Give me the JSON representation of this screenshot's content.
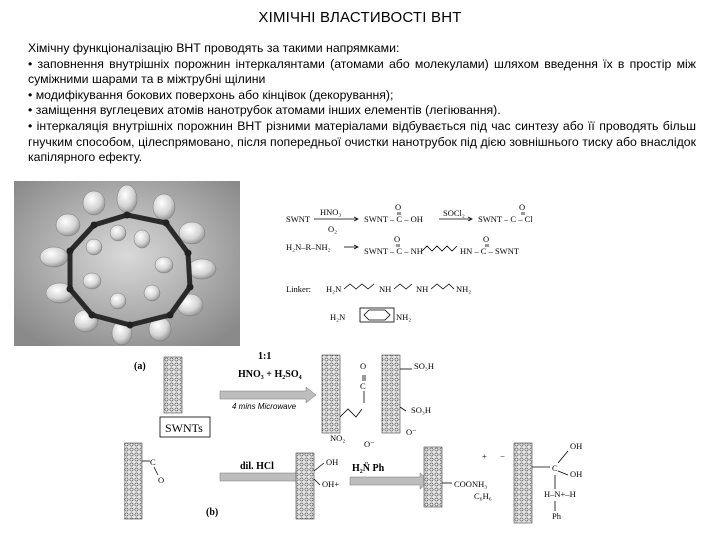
{
  "slide": {
    "title": "ХІМІЧНІ ВЛАСТИВОСТІ ВНТ",
    "intro": "Хімічну функціоналізацію ВНТ проводять за такими напрямками:",
    "bullets": [
      "• заповнення внутрішніх порожнин інтеркалянтами (атомами або молекулами) шляхом введення їх в простір між суміжними шарами та в міжтрубні щілини",
      "• модифікування бокових поверхонь або кінцівок (декорування);",
      "• заміщення вуглецевих атомів нанотрубок атомами інших елементів (легіювання).",
      "• інтеркаляція внутрішніх порожнин ВНТ різними матеріалами відбувається під час синтезу або її проводять більш гнучким способом, цілеспрямовано, після попередньої очистки нанотрубок під дією зовнішнього тиску або внаслідок капілярного ефекту."
    ]
  },
  "reaction_scheme": {
    "row1": {
      "swnt": "SWNT",
      "hno3": "HNO₃",
      "o2": "O₂",
      "product1": "SWNT – C – OH",
      "o_top1": "O",
      "socl2": "SOCl₂",
      "product2": "SWNT – C – Cl",
      "o_top2": "O"
    },
    "row2": {
      "diamine": "H₂N–R–NH₂",
      "left": "SWNT – C – NH",
      "o_a": "O",
      "right": "HN – C – SWNT",
      "o_b": "O"
    },
    "linker": {
      "label": "Linker:",
      "h2n": "H₂N",
      "nh1": "NH",
      "nh2": "NH",
      "nh2end": "NH₂",
      "ring_h2n": "H₂N",
      "ring_nh2": "NH₂"
    }
  },
  "bottom_scheme": {
    "label_a": "(a)",
    "label_b": "(b)",
    "ratio": "1:1",
    "acids": "HNO₃ + H₂SO₄",
    "microwave": "4 mins Microwave",
    "swnts": "SWNTs",
    "dil_hcl": "dil. HCl",
    "amine": "H₂N̈ Ph",
    "so3h_top": "SO₃H",
    "so3h_mid": "SO₃H",
    "no2": "NO₂",
    "o_minus": "O⁻",
    "o_minus2": "O⁻",
    "c_label": "C",
    "o_label": "O",
    "oh_a": "OH",
    "oh_plus": "OH+",
    "cooh": "COONH₃",
    "c6h6": "C₆H₆",
    "plus": "+",
    "minus": "−",
    "p_c": "C",
    "p_oh1": "OH",
    "p_oh2": "OH",
    "p_hnh": "H–N+–H",
    "p_ph": "Ph"
  }
}
